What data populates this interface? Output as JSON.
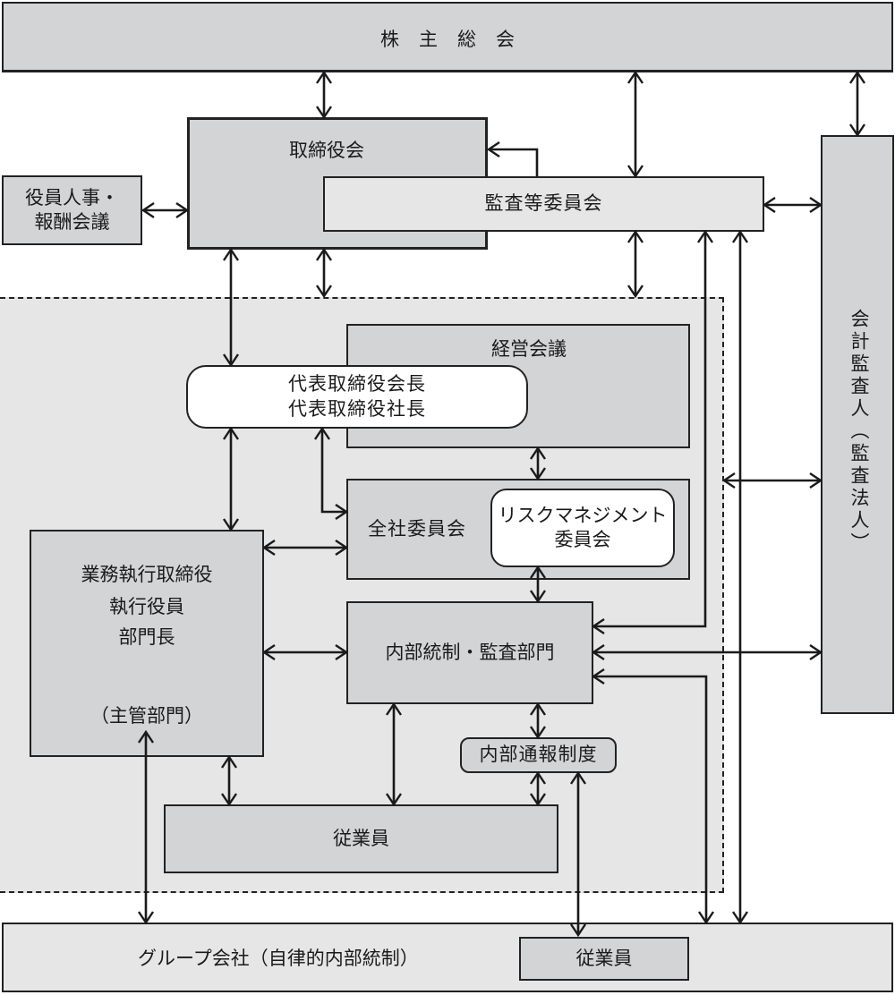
{
  "diagram": {
    "shareholders_meeting": "株主総会",
    "board_of_directors": "取締役会",
    "audit_committee": "監査等委員会",
    "nomination_compensation": [
      "役員人事・",
      "報酬会議"
    ],
    "accounting_auditor": "会計監査人（監査法人）",
    "management_meeting": "経営会議",
    "representative_directors": [
      "代表取締役会長",
      "代表取締役社長"
    ],
    "company_committee": "全社委員会",
    "risk_management_committee": [
      "リスクマネジメント",
      "委員会"
    ],
    "executives": [
      "業務執行取締役",
      "執行役員",
      "部門長"
    ],
    "executives_note": "（主管部門）",
    "internal_control_audit": "内部統制・監査部門",
    "whistleblowing": "内部通報制度",
    "employees": "従業員",
    "group_companies": "グループ会社（自律的内部統制）",
    "group_employees": "従業員"
  },
  "colors": {
    "box_gray": "#d3d4d6",
    "box_light": "#e6e6e6",
    "line": "#1a1a1a"
  }
}
